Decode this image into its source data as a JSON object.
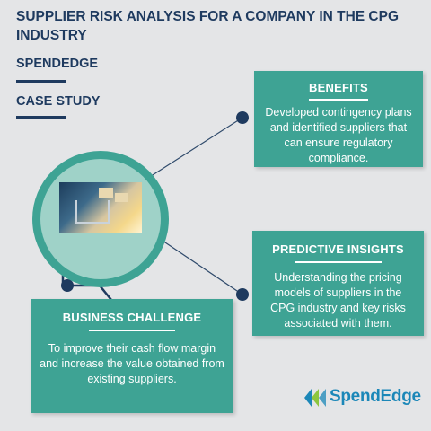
{
  "header": {
    "title": "SUPPLIER RISK ANALYSIS FOR A COMPANY IN THE CPG INDUSTRY",
    "brand": "SPENDEDGE",
    "category": "CASE STUDY"
  },
  "cards": {
    "benefits": {
      "heading": "BENEFITS",
      "text": "Developed contingency plans and identified suppliers that can ensure regulatory compliance."
    },
    "predictive_insights": {
      "heading": "PREDICTIVE INSIGHTS",
      "text": "Understanding the pricing models of suppliers in the CPG industry and key risks associated with them."
    },
    "business_challenge": {
      "heading": "BUSINESS CHALLENGE",
      "text": "To improve their cash flow margin and increase the value obtained from existing suppliers."
    }
  },
  "logo": {
    "text": "SpendEdge"
  },
  "colors": {
    "teal": "#3ea394",
    "light_teal": "#9fd2c8",
    "navy": "#1e3a5f",
    "background": "#e4e5e7",
    "logo_blue": "#1b87b8",
    "logo_green": "#8dc63f"
  }
}
